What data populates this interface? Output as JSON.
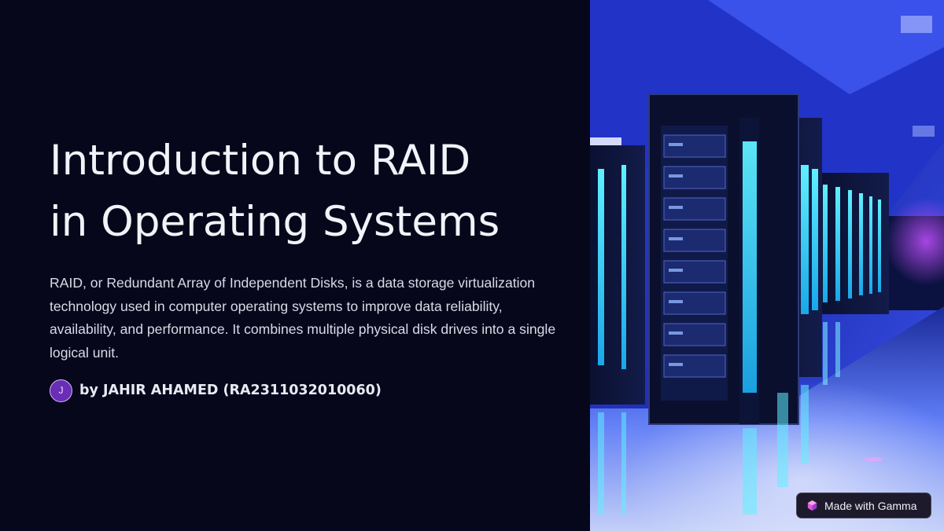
{
  "slide": {
    "title_lines": [
      "Introduction to RAID",
      "in Operating Systems"
    ],
    "description": "RAID, or Redundant Array of Independent Disks, is a data storage virtualization technology used in computer operating systems to improve data reliability, availability, and performance. It combines multiple physical disk drives into a single logical unit.",
    "author": {
      "avatar_initial": "J",
      "name": "by JAHIR AHAMED (RA2311032010060)"
    }
  },
  "badge": {
    "label": "Made with Gamma",
    "icon": "gamma-logo-icon"
  },
  "colors": {
    "background": "#07071c",
    "title_text": "#f2f3f8",
    "body_text": "#d9dbe6",
    "avatar": "#6a2db5",
    "image_glow": "#3d4bff"
  }
}
